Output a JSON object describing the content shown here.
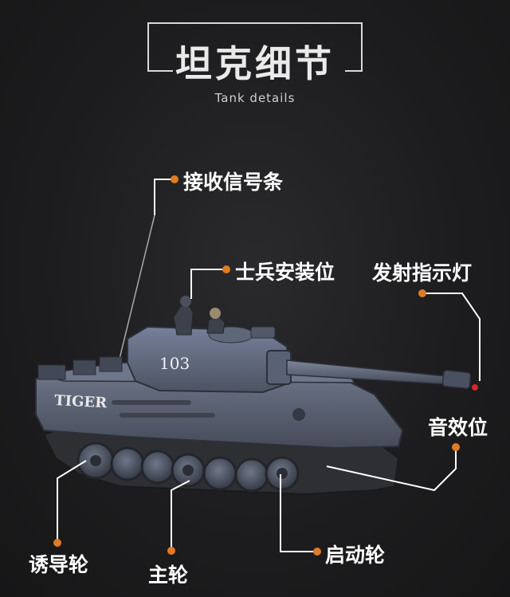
{
  "title": "坦克细节",
  "subtitle": "Tank details",
  "turret_number": "103",
  "hull_name": "TIGER",
  "callouts": {
    "antenna": "接收信号条",
    "soldier_mount": "士兵安装位",
    "fire_indicator": "发射指示灯",
    "sound_effect": "音效位",
    "idler_wheel": "诱导轮",
    "main_wheel": "主轮",
    "drive_wheel": "启动轮"
  },
  "colors": {
    "background": "#1d1d1f",
    "leader_line": "#ffffff",
    "dot": "#e07b24",
    "tank_body": "#5c6475",
    "tank_dark": "#3b414e"
  }
}
